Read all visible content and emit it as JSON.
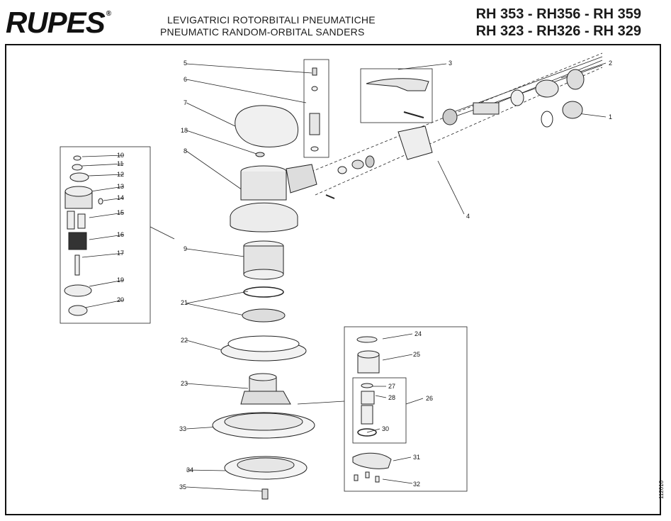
{
  "header": {
    "brand": "RUPES",
    "registered": "®",
    "title_it": "LEVIGATRICI ROTORBITALI PNEUMATICHE",
    "title_en": "PNEUMATIC RANDOM-ORBITAL SANDERS",
    "models_line1": "RH 353 - RH356 - RH 359",
    "models_line2": "RH 323 - RH326 - RH 329"
  },
  "doc_number": "112016",
  "callouts": [
    "1",
    "2",
    "3",
    "4",
    "5",
    "6",
    "7",
    "8",
    "9",
    "10",
    "11",
    "12",
    "13",
    "14",
    "15",
    "16",
    "17",
    "18",
    "19",
    "20",
    "21",
    "22",
    "23",
    "24",
    "25",
    "26",
    "27",
    "28",
    "30",
    "31",
    "32",
    "33",
    "34",
    "35"
  ]
}
